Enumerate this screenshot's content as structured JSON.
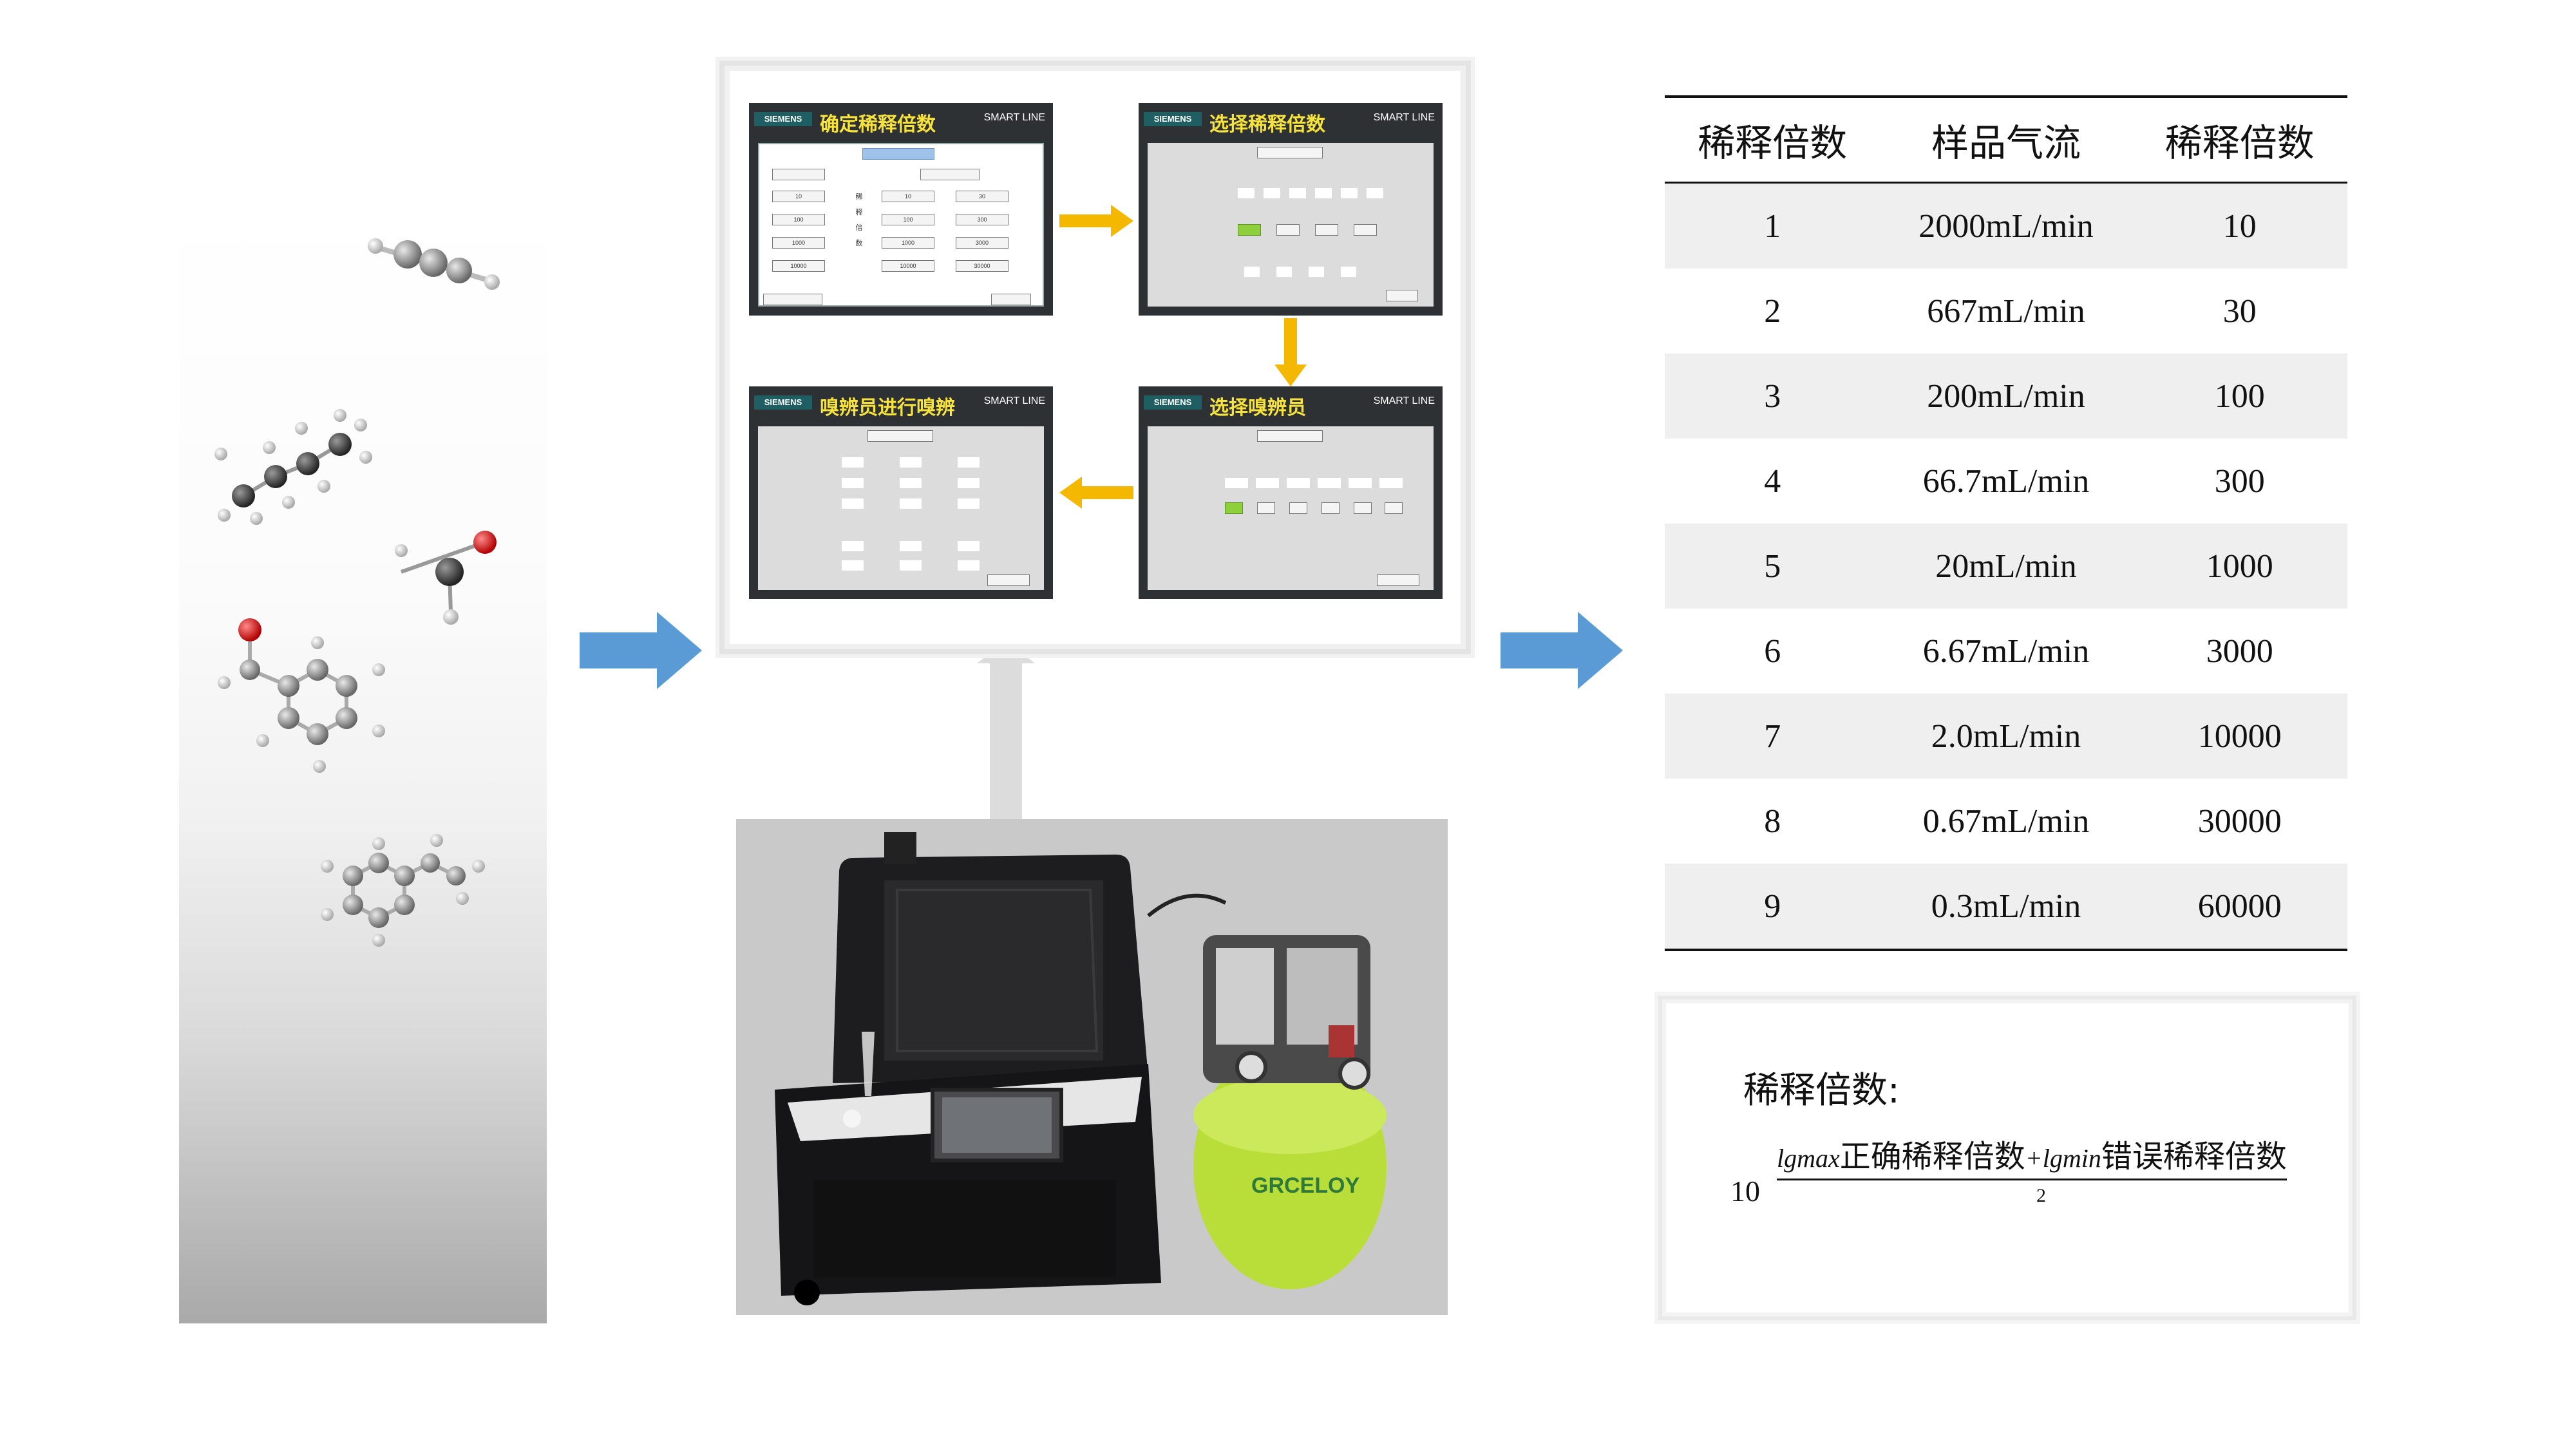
{
  "hmi": {
    "brand": "SIEMENS",
    "smart_line": "SMART LINE",
    "screens": [
      {
        "title": "确定稀释倍数"
      },
      {
        "title": "选择稀释倍数"
      },
      {
        "title": "嗅辨员进行嗅辨"
      },
      {
        "title": "选择嗅辨员"
      }
    ],
    "chip_values": [
      "10",
      "100",
      "1000",
      "10000",
      "10",
      "100",
      "1000",
      "10000",
      "30",
      "300",
      "3000",
      "30000"
    ],
    "dilution_label_chars": [
      "稀",
      "释",
      "倍",
      "数"
    ]
  },
  "table": {
    "headers": [
      "稀释倍数",
      "样品气流",
      "稀释倍数"
    ],
    "rows": [
      [
        "1",
        "2000mL/min",
        "10"
      ],
      [
        "2",
        "667mL/min",
        "30"
      ],
      [
        "3",
        "200mL/min",
        "100"
      ],
      [
        "4",
        "66.7mL/min",
        "300"
      ],
      [
        "5",
        "20mL/min",
        "1000"
      ],
      [
        "6",
        "6.67mL/min",
        "3000"
      ],
      [
        "7",
        "2.0mL/min",
        "10000"
      ],
      [
        "8",
        "0.67mL/min",
        "30000"
      ],
      [
        "9",
        "0.3mL/min",
        "60000"
      ]
    ]
  },
  "formula": {
    "title": "稀释倍数:",
    "base": "10",
    "lg1": "lgmax",
    "term1": "正确稀释倍数",
    "plus": "+",
    "lg2": "lgmin",
    "term2": "错误稀释倍数",
    "denominator": "2"
  },
  "device": {
    "brand_text": "GRCELOY"
  },
  "colors": {
    "blue_arrow": "#5b9bd5",
    "yellow_arrow": "#f5b800",
    "hmi_title": "#f7e33b",
    "compressor_green": "#b9de3a"
  }
}
